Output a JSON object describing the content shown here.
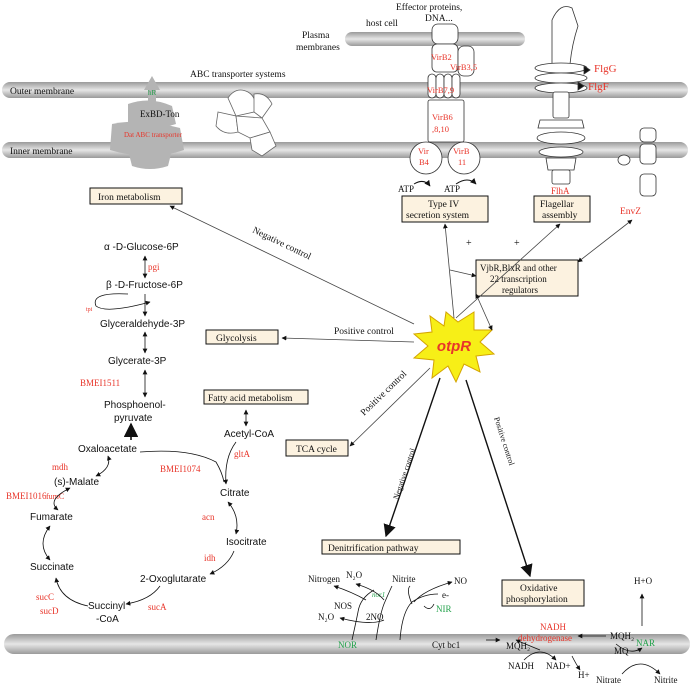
{
  "colors": {
    "red": "#e8352a",
    "green": "#21a14a",
    "black": "#111111",
    "box_fill": "#fcf2e0",
    "membrane": "#c9c9c9",
    "grey_protein": "#b4b4b4",
    "star_fill": "#f7ef17",
    "star_stroke": "#d4a400"
  },
  "membranes": {
    "host": "host cell",
    "plasma": "Plasma",
    "plasma2": "membranes",
    "outer": "Outer membrane",
    "inner": "Inner membrane"
  },
  "top": {
    "effector1": "Effector proteins,",
    "effector2": "DNA...",
    "abc": "ABC transporter systems"
  },
  "transporter": {
    "hr": "hR",
    "exbd": "ExBD-Ton",
    "dat": "Dat ABC transporter"
  },
  "t4ss": {
    "virb2": "VirB2",
    "virb35": "VirB3,5",
    "virb79": "VirB7,9",
    "virb6a": "VirB6",
    "virb6b": ",8,10",
    "vir_b4a": "Vir",
    "vir_b4b": "B4",
    "virb11a": "VirB",
    "virb11b": "11",
    "atp1": "ATP",
    "atp2": "ATP"
  },
  "flagella": {
    "flgg": "FlgG",
    "flgf": "FlgF",
    "flha": "FlhA",
    "envz": "EnvZ"
  },
  "boxes": {
    "iron": "Iron metabolism",
    "t4ss1": "Type IV",
    "t4ss2": "secretion system",
    "flag1": "Flagellar",
    "flag2": "assembly",
    "reg1": "VjbR,BlxR and other",
    "reg2": "22 transcription",
    "reg3": "regulators",
    "glycolysis": "Glycolysis",
    "fatty": "Fatty acid metabolism",
    "tca": "TCA cycle",
    "denit": "Denitrification pathway",
    "ox1": "Oxidative",
    "ox2": "phosphorylation"
  },
  "center": "otpR",
  "controls": {
    "neg_iron": "Negative control",
    "pos_gly": "Positive control",
    "pos_tca": "Positive control",
    "neg_denit": "Negative control",
    "pos_ox": "Positive control",
    "plus1": "+",
    "plus2": "+"
  },
  "glyc": {
    "g6p": "α -D-Glucose-6P",
    "pgi": "pgi",
    "f6p": "β -D-Fructose-6P",
    "tpi": "tpi",
    "g3p": "Glyceraldehyde-3P",
    "gly3p": "Glycerate-3P",
    "bmei1511": "BMEI1511",
    "pep1": "Phosphoenol-",
    "pep2": "pyruvate"
  },
  "tca": {
    "acetyl": "Acetyl-CoA",
    "glta": "gltA",
    "bmei1074": "BMEI1074",
    "oxalo": "Oxaloacetate",
    "mdh": "mdh",
    "malate": "(s)-Malate",
    "bmei1016": "BMEI1016",
    "fumc": "fumC",
    "fumarate": "Fumarate",
    "citrate": "Citrate",
    "acn": "acn",
    "isocitrate": "Isocitrate",
    "idh": "idh",
    "oxoglut": "2-Oxoglutarate",
    "succinate": "Succinate",
    "succ_coa1": "Succinyl",
    "succ_coa2": "-CoA",
    "succ": "sucC",
    "sucd": "sucD",
    "suca": "sucA"
  },
  "denit": {
    "nitrogen": "Nitrogen",
    "n2o_top": "N₂O",
    "nitrite": "Nitrite",
    "no": "NO",
    "nos": "NOS",
    "nor_top": "nor1",
    "no2": "2NO",
    "n2o_bot": "N₂O",
    "e": "e-",
    "nir": "NIR",
    "nor": "NOR",
    "cyt": "Cyt bc1"
  },
  "oxphos": {
    "h2o": "H+O",
    "mqh2_top": "MQH₂",
    "nar": "NAR",
    "mq": "MQ",
    "nadh_dh1": "NADH",
    "nadh_dh2": "dehydrogenase",
    "mqh2": "MQH₂",
    "nadh": "NADH",
    "nadp": "NAD+",
    "hp": "H+",
    "nitrate": "Nitrate",
    "nitrite": "Nitrite"
  }
}
